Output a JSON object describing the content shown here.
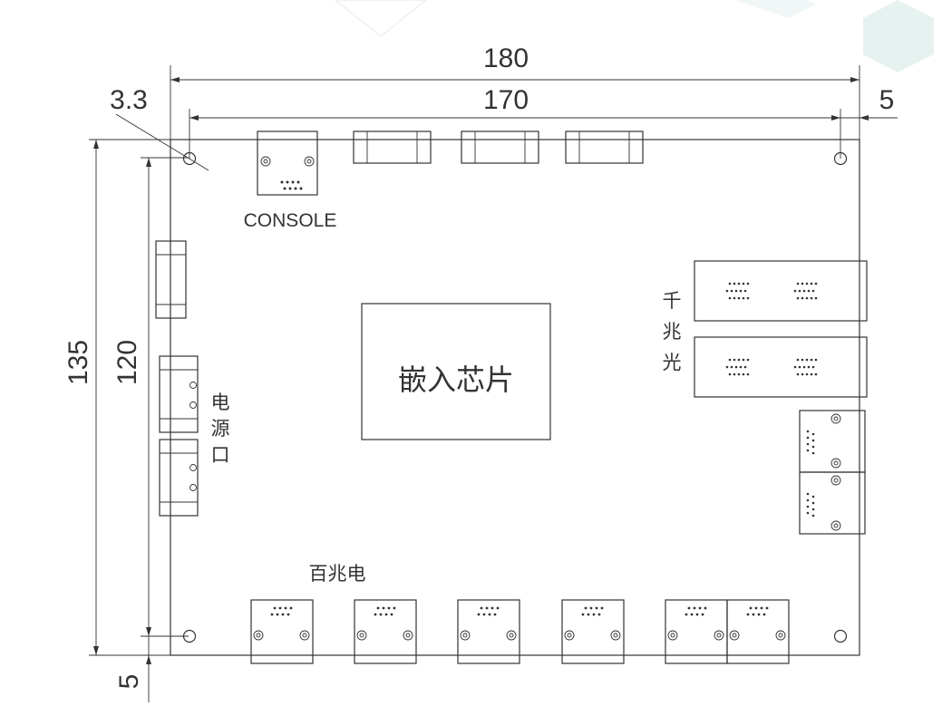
{
  "dimensions": {
    "width_total": "180",
    "width_holes": "170",
    "edge_right": "5",
    "hole_offset": "3.3",
    "height_total": "135",
    "height_holes": "120",
    "edge_bottom": "5"
  },
  "labels": {
    "console": "CONSOLE",
    "chip": "嵌入芯片",
    "gigabit_fiber": [
      "千",
      "兆",
      "光"
    ],
    "power_port": [
      "电",
      "源",
      "口"
    ],
    "fast_ethernet": "百兆电"
  },
  "colors": {
    "line": "#333333",
    "decoration": "#e6f2f0"
  }
}
